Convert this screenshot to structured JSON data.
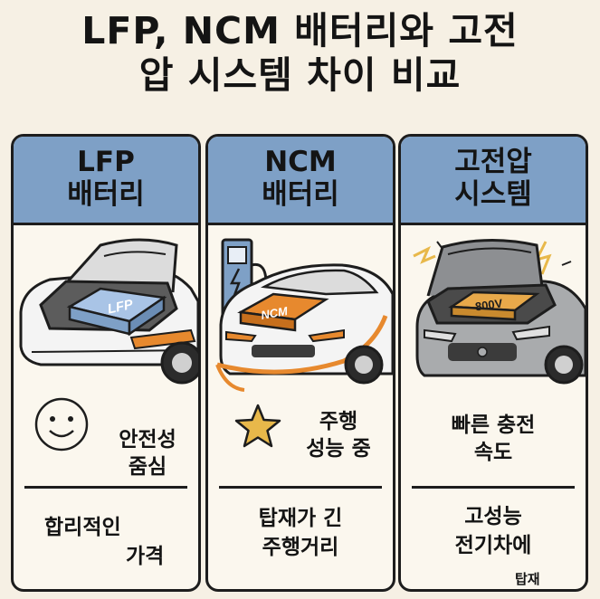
{
  "title": {
    "line1": "LFP, NCM 배터리와 고전",
    "line2": "압 시스템 차이 비교"
  },
  "panels": [
    {
      "header_line1": "LFP",
      "header_line2": "배터리",
      "battery_label": "LFP",
      "feature_icon": "smiley-icon",
      "feature_line1": "안전성",
      "feature_line2": "줌심",
      "bottom_line1": "합리적인",
      "bottom_line2": "가격"
    },
    {
      "header_line1": "NCM",
      "header_line2": "배터리",
      "battery_label": "NCM",
      "feature_icon": "star-icon",
      "feature_line1": "주행",
      "feature_line2": "성능 중",
      "bottom_line1": "탑재가 긴",
      "bottom_line2": "주행거리"
    },
    {
      "header_line1": "고전압",
      "header_line2": "시스템",
      "battery_label": "800V",
      "feature_icon": "lightning-icon",
      "feature_line1": "빠른 충전",
      "feature_line2": "속도",
      "bottom_line1": "고성능",
      "bottom_line2": "전기차에",
      "bottom_note": "탑재"
    }
  ],
  "colors": {
    "background": "#f6f0e4",
    "header": "#7ea0c6",
    "ncm_accent": "#e7892e",
    "car_white": "#f4f4f4",
    "car_grey": "#a9abad",
    "star": "#e8b84a"
  }
}
